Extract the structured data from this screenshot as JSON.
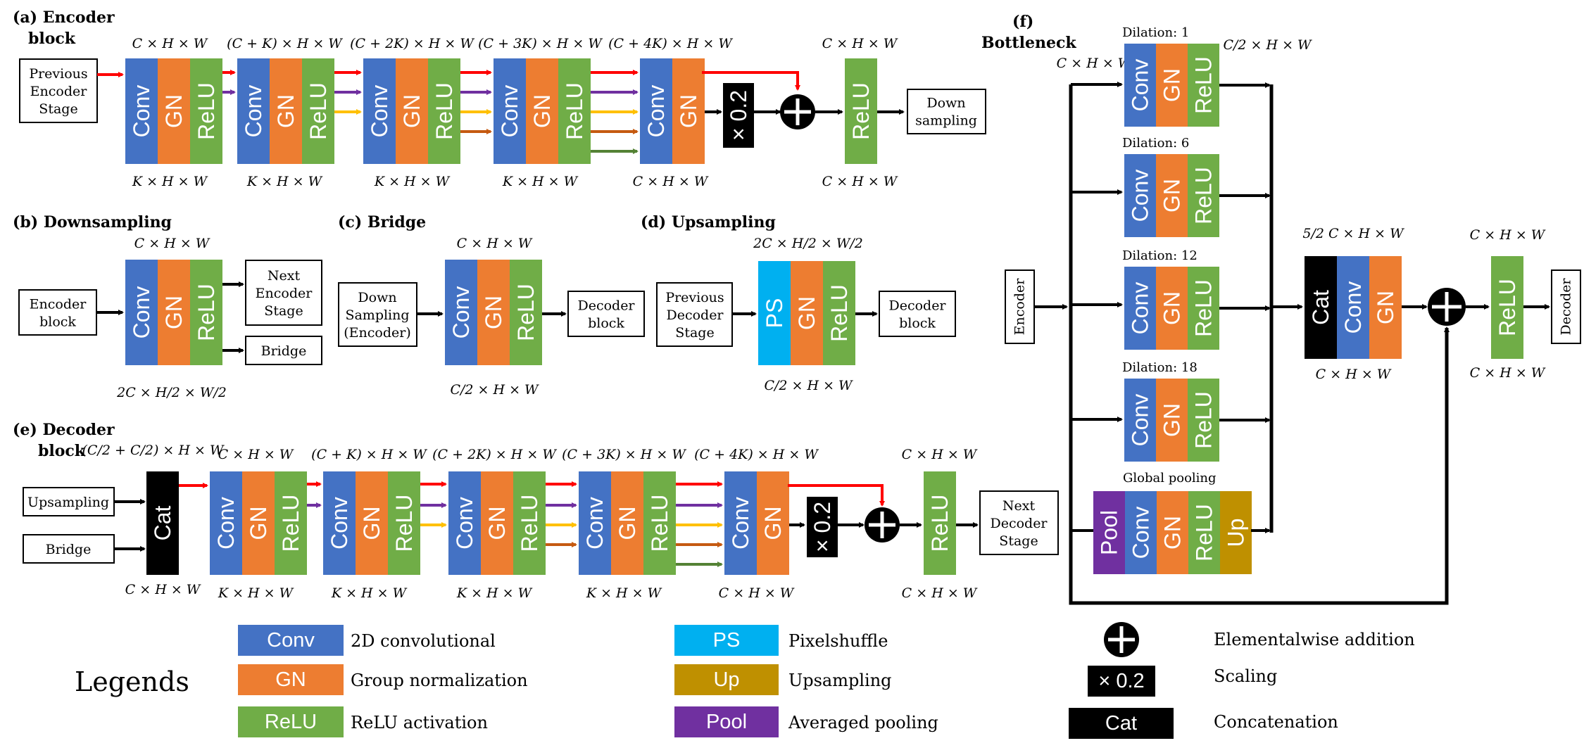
{
  "colors": {
    "conv": "#4472c4",
    "gn": "#ed7d31",
    "relu": "#70ad47",
    "ps": "#00b0f0",
    "up": "#bf9000",
    "pool": "#7030a0",
    "cat": "#000000",
    "red": "#ff0000",
    "purple": "#7030a0",
    "yellow": "#ffc000",
    "brown": "#c55a11",
    "green": "#548235"
  },
  "blocks": {
    "conv": "Conv",
    "gn": "GN",
    "relu": "ReLU",
    "ps": "PS",
    "up": "Up",
    "pool": "Pool",
    "cat": "Cat",
    "scale": "× 0.2"
  },
  "a": {
    "title1": "(a) Encoder",
    "title2": "block",
    "prev1": "Previous",
    "prev2": "Encoder",
    "prev3": "Stage",
    "down1": "Down",
    "down2": "sampling",
    "top": [
      "C × H × W",
      "(C + K) × H × W",
      "(C + 2K) × H × W",
      "(C + 3K) × H × W",
      "(C + 4K) × H × W",
      "C × H × W"
    ],
    "bot": [
      "K × H × W",
      "K × H × W",
      "K × H × W",
      "K × H × W",
      "C × H × W",
      "C × H × W"
    ]
  },
  "b": {
    "title": "(b) Downsampling",
    "in1": "Encoder",
    "in2": "block",
    "out1a": "Next",
    "out1b": "Encoder",
    "out1c": "Stage",
    "out2": "Bridge",
    "top": "C × H × W",
    "bot": "2C × H/2 × W/2"
  },
  "c": {
    "title": "(c) Bridge",
    "in1": "Down",
    "in2": "Sampling",
    "in3": "(Encoder)",
    "out1": "Decoder",
    "out2": "block",
    "top": "C × H × W",
    "bot": "C/2 × H × W"
  },
  "d": {
    "title": "(d) Upsampling",
    "in1": "Previous",
    "in2": "Decoder",
    "in3": "Stage",
    "out1": "Decoder",
    "out2": "block",
    "top": "2C × H/2 × W/2",
    "bot": "C/2 × H × W"
  },
  "e": {
    "title1": "(e) Decoder",
    "title2": "block",
    "in1": "Upsampling",
    "in2": "Bridge",
    "out1": "Next",
    "out2": "Decoder",
    "out3": "Stage",
    "catTop": "(C/2 + C/2) × H × W",
    "catBot": "C × H × W",
    "top": [
      "C × H × W",
      "(C + K) × H × W",
      "(C + 2K) × H × W",
      "(C + 3K) × H × W",
      "(C + 4K) × H × W",
      "C × H × W"
    ],
    "bot": [
      "K × H × W",
      "K × H × W",
      "K × H × W",
      "K × H × W",
      "C × H × W",
      "C × H × W"
    ]
  },
  "f": {
    "title1": "(f)",
    "title2": "Bottleneck",
    "encoder": "Encoder",
    "decoder": "Decoder",
    "inDim": "C × H × W",
    "dil": [
      "Dilation: 1",
      "Dilation: 6",
      "Dilation: 12",
      "Dilation: 18"
    ],
    "gpool": "Global pooling",
    "branchDim": "C/2 × H × W",
    "catTop": "5/2 C × H × W",
    "catBot": "C × H × W",
    "reluTop": "C × H × W",
    "reluBot": "C × H × W"
  },
  "legend": {
    "title": "Legends",
    "conv": "2D convolutional",
    "gn": "Group normalization",
    "relu": "ReLU activation",
    "ps": "Pixelshuffle",
    "up": "Upsampling",
    "pool": "Averaged pooling",
    "add": "Elementalwise addition",
    "scale": "Scaling",
    "cat": "Concatenation"
  }
}
